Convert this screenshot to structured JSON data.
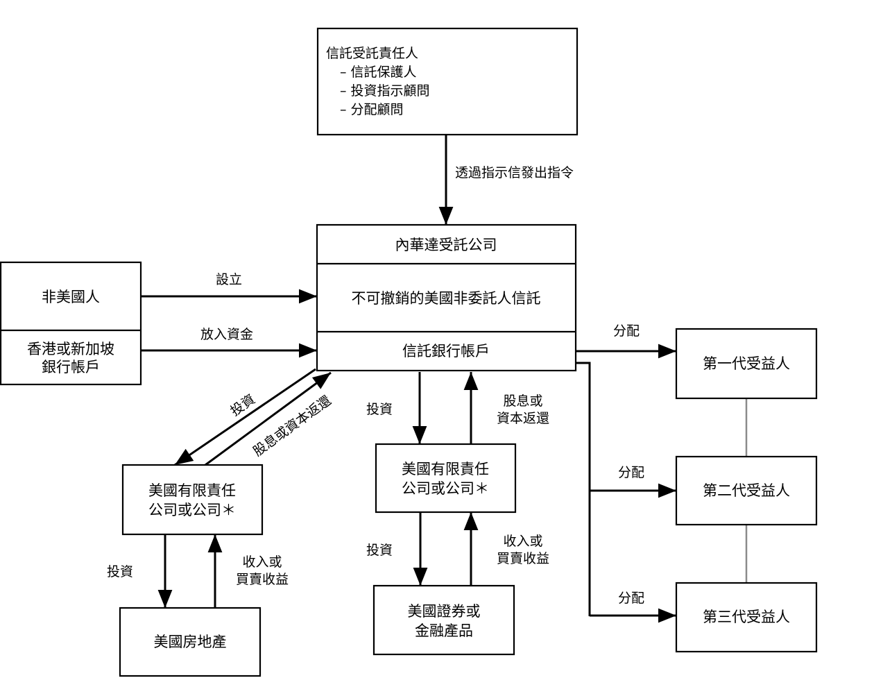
{
  "boxes": {
    "fiduciary": {
      "title": "信託受託責任人",
      "items": [
        "–  信託保護人",
        "–  投資指示顧問",
        "–  分配顧問"
      ]
    },
    "trust_company": "內華達受託公司",
    "trust": "不可撤銷的美國非委託人信託",
    "trust_account": "信託銀行帳戶",
    "non_us_person": "非美國人",
    "hk_sg_account": [
      "香港或新加坡",
      "銀行帳戶"
    ],
    "llc_left": [
      "美國有限責任",
      "公司或公司＊"
    ],
    "llc_middle": [
      "美國有限責任",
      "公司或公司＊"
    ],
    "us_real_estate": "美國房地產",
    "us_securities": [
      "美國證券或",
      "金融產品"
    ],
    "gen1": "第一代受益人",
    "gen2": "第二代受益人",
    "gen3": "第三代受益人"
  },
  "labels": {
    "instruction": "透過指示信發出指令",
    "establish": "設立",
    "fund": "放入資金",
    "distribute_1": "分配",
    "distribute_2": "分配",
    "distribute_3": "分配",
    "invest_left_diag": "投資",
    "return_left_diag": "股息或資本返還",
    "invest_middle": "投資",
    "return_middle": [
      "股息或",
      "資本返還"
    ],
    "invest_left_lower": "投資",
    "income_left_lower": [
      "收入或",
      "買賣收益"
    ],
    "invest_middle_lower": "投資",
    "income_middle_lower": [
      "收入或",
      "買賣收益"
    ]
  }
}
